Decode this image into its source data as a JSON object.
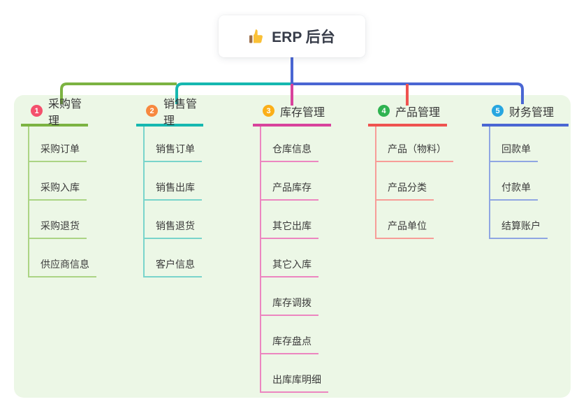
{
  "root": {
    "title": "ERP 后台",
    "icon": "thumbs-up-icon"
  },
  "colors": {
    "panel_background": "#ecf7e6",
    "root_line": "#4a66d3",
    "text": "#3b3b3b",
    "root_card_background": "#ffffff"
  },
  "branches": [
    {
      "index": "1",
      "label": "采购管理",
      "badge_color": "#f4506c",
      "line_color": "#7cb342",
      "child_line_color": "#abd484",
      "children": [
        "采购订单",
        "采购入库",
        "采购退货",
        "供应商信息"
      ]
    },
    {
      "index": "2",
      "label": "销售管理",
      "badge_color": "#f7883f",
      "line_color": "#16b8b0",
      "child_line_color": "#79d4cb",
      "children": [
        "销售订单",
        "销售出库",
        "销售退货",
        "客户信息"
      ]
    },
    {
      "index": "3",
      "label": "库存管理",
      "badge_color": "#fbaf18",
      "line_color": "#d8439c",
      "child_line_color": "#ec86c0",
      "children": [
        "仓库信息",
        "产品库存",
        "其它出库",
        "其它入库",
        "库存调拨",
        "库存盘点",
        "出库库明细"
      ]
    },
    {
      "index": "4",
      "label": "产品管理",
      "badge_color": "#2eb350",
      "line_color": "#ef5350",
      "child_line_color": "#f79d98",
      "children": [
        "产品（物料）",
        "产品分类",
        "产品单位"
      ]
    },
    {
      "index": "5",
      "label": "财务管理",
      "badge_color": "#27a6e0",
      "line_color": "#4a66d3",
      "child_line_color": "#8fa6e2",
      "children": [
        "回款单",
        "付款单",
        "结算账户"
      ]
    }
  ]
}
